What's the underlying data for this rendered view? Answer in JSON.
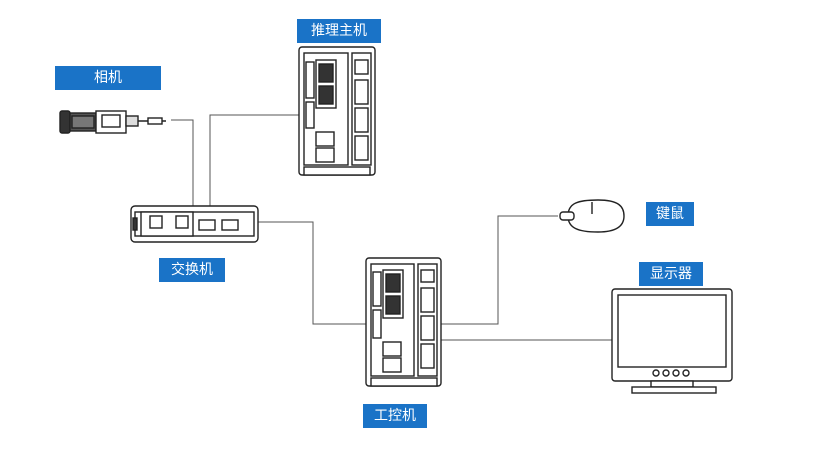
{
  "labels": {
    "camera": "相机",
    "inference_host": "推理主机",
    "switch": "交换机",
    "keyboard_mouse": "键鼠",
    "monitor": "显示器",
    "industrial_pc": "工控机"
  },
  "colors": {
    "label_background": "#1a73c7",
    "label_text": "#ffffff",
    "line": "#555555",
    "device_stroke": "#222222"
  }
}
